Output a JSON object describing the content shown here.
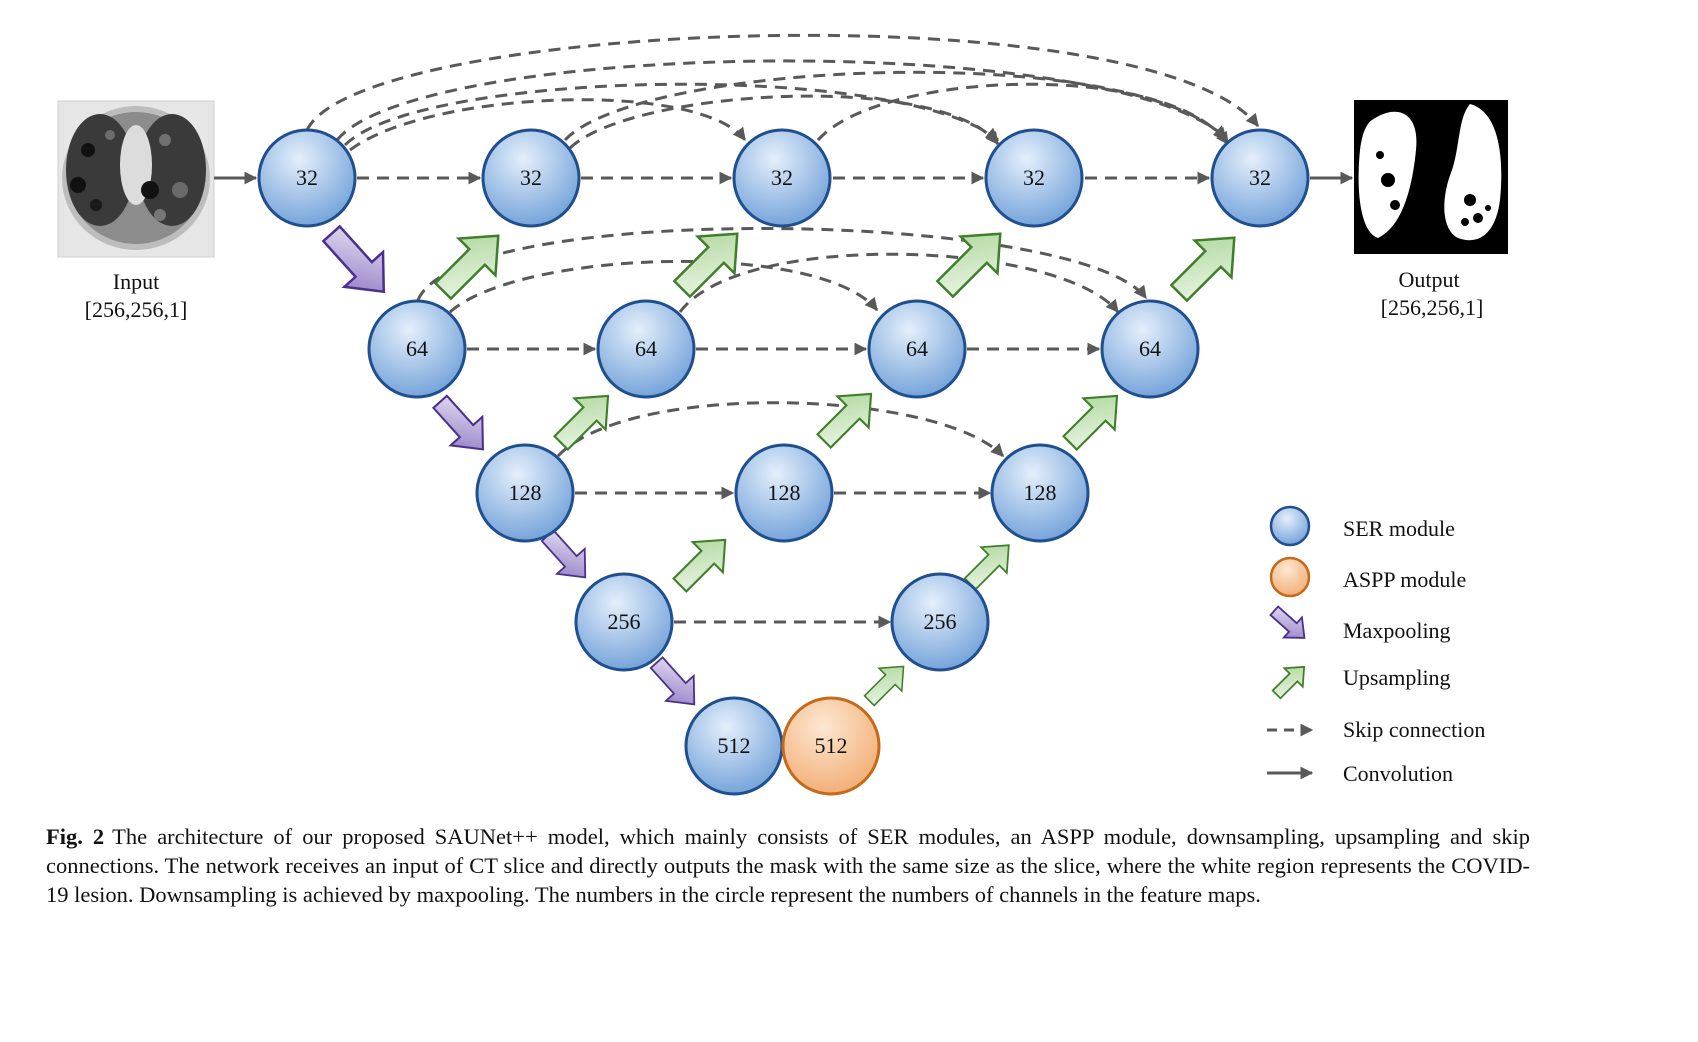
{
  "input": {
    "label": "Input",
    "shape": "[256,256,1]"
  },
  "output": {
    "label": "Output",
    "shape": "[256,256,1]"
  },
  "nodes": {
    "n00": "32",
    "n01": "32",
    "n02": "32",
    "n03": "32",
    "n04": "32",
    "n10": "64",
    "n11": "64",
    "n12": "64",
    "n13": "64",
    "n20": "128",
    "n21": "128",
    "n22": "128",
    "n30": "256",
    "n31": "256",
    "n40": "512",
    "aspp": "512"
  },
  "legend": {
    "ser": "SER module",
    "aspp": "ASPP module",
    "maxpool": "Maxpooling",
    "upsample": "Upsampling",
    "skip": "Skip connection",
    "conv": "Convolution"
  },
  "colors": {
    "ser_fill_light": "#dbe9f8",
    "ser_fill_dark": "#7aa8dc",
    "ser_stroke": "#1f4f8f",
    "aspp_fill_light": "#fde3c8",
    "aspp_fill_dark": "#f3b27a",
    "aspp_stroke": "#c46a1a",
    "maxpool_fill": "#a897cf",
    "maxpool_stroke": "#4a2f8c",
    "upsample_fill": "#c4e2b6",
    "upsample_stroke": "#3f7e2a",
    "arrow": "#595959"
  },
  "caption": {
    "label": "Fig. 2",
    "text": "The architecture of our proposed SAUNet++ model, which mainly consists of SER modules, an ASPP module, downsampling, upsampling and skip connections. The network receives an input of CT slice and directly outputs the mask with the same size as the slice, where the white region represents the COVID-19 lesion. Downsampling is achieved by maxpooling. The numbers in the circle represent the numbers of channels in the feature maps."
  }
}
